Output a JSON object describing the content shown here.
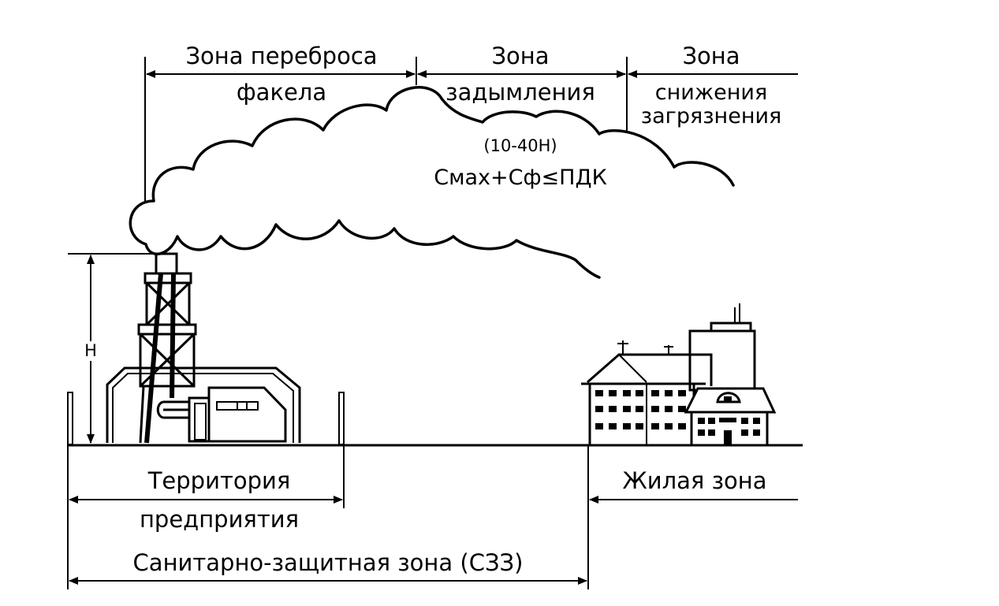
{
  "zones": {
    "flare_line1": "Зона переброса",
    "flare_line2": "факела",
    "smoke_line1": "Зона",
    "smoke_line2": "задымления",
    "smoke_range": "(10-40Н)",
    "formula": "Смах+Сф≤ПДК",
    "reduction_line1": "Зона",
    "reduction_line2": "снижения",
    "reduction_line3": "загрязнения"
  },
  "height_label": "Н",
  "bottom": {
    "territory_line1": "Территория",
    "territory_line2": "предприятия",
    "residential": "Жилая зона",
    "sanitary_zone": "Санитарно-защитная зона (СЗЗ)"
  },
  "colors": {
    "ink": "#000000",
    "background": "#ffffff"
  }
}
